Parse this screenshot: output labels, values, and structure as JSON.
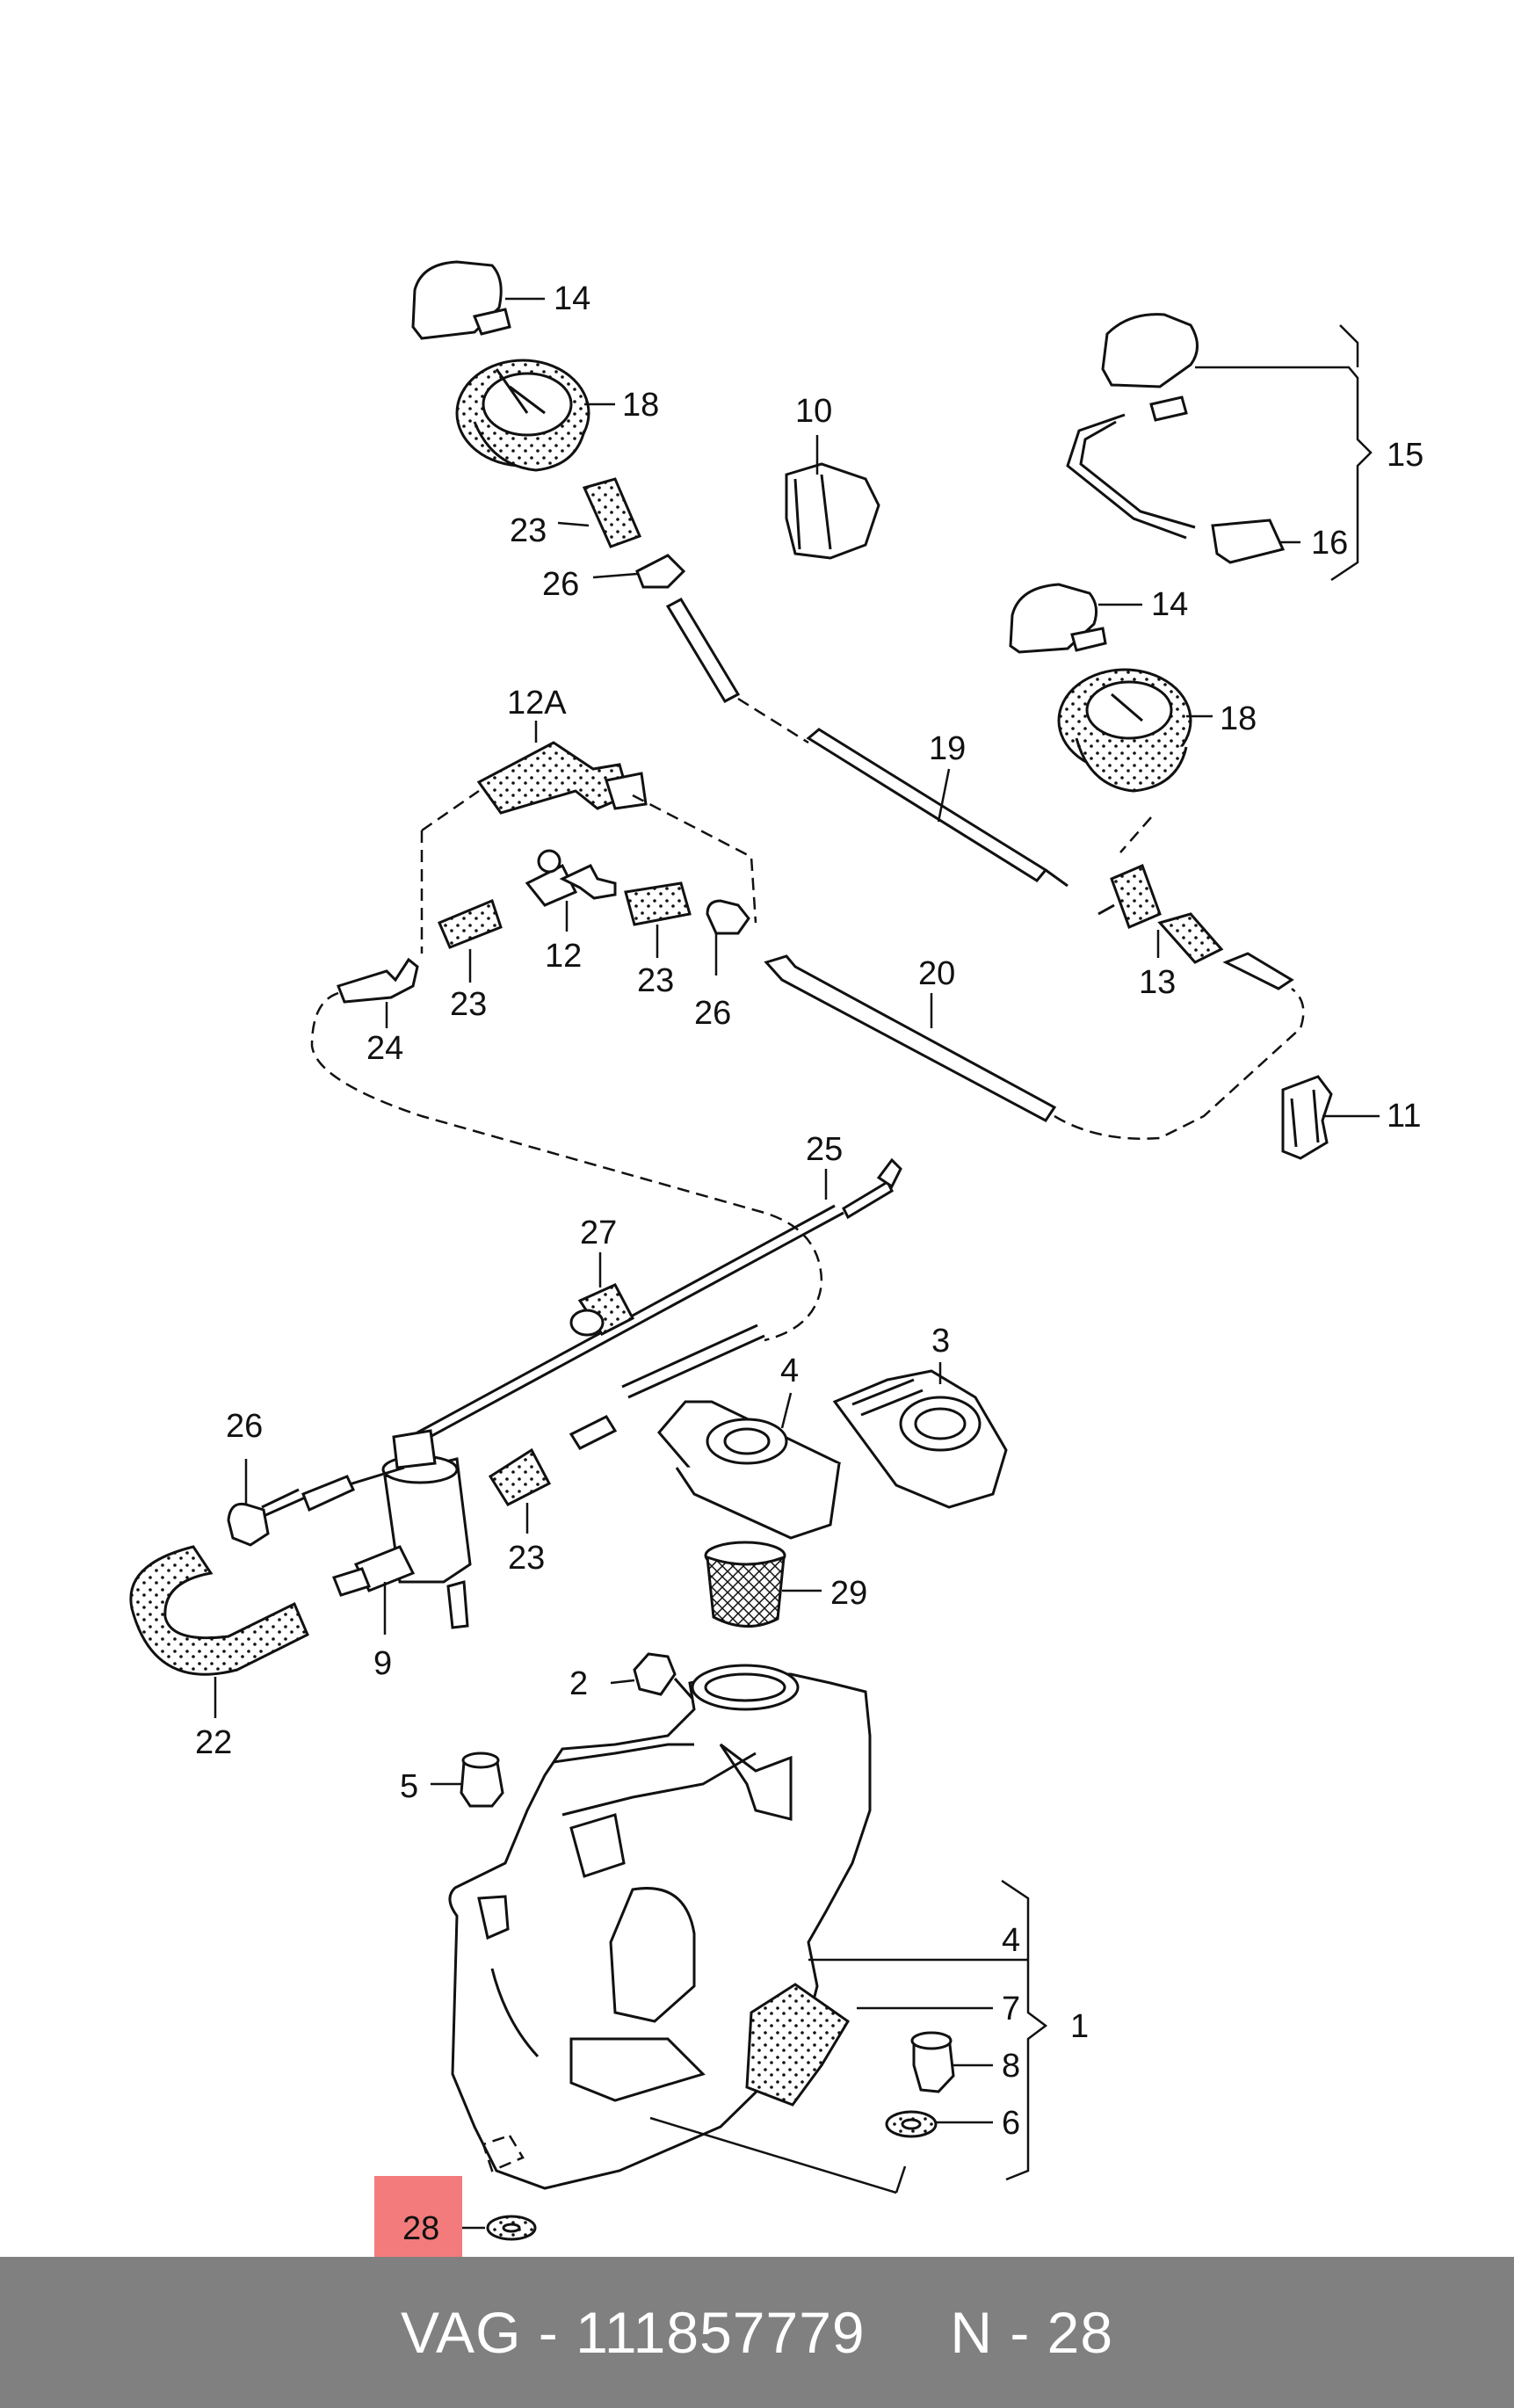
{
  "callouts": {
    "c14a": "14",
    "c18a": "18",
    "c23a": "23",
    "c26a": "26",
    "c10": "10",
    "c15": "15",
    "c16": "16",
    "c14b": "14",
    "c18b": "18",
    "c19": "19",
    "c12a": "12A",
    "c12": "12",
    "c23b": "23",
    "c23c": "23",
    "c26b": "26",
    "c24": "24",
    "c20": "20",
    "c13": "13",
    "c11": "11",
    "c25": "25",
    "c27": "27",
    "c4a": "4",
    "c3": "3",
    "c26c": "26",
    "c23d": "23",
    "c29": "29",
    "c22": "22",
    "c9": "9",
    "c2": "2",
    "c5": "5",
    "c4b": "4",
    "c7": "7",
    "c1": "1",
    "c8": "8",
    "c6": "6",
    "c28": "28"
  },
  "footer": {
    "text": "VAG - 111857779     N - 28"
  },
  "highlight_color": "#f47b7b",
  "footer_color": "#808080"
}
